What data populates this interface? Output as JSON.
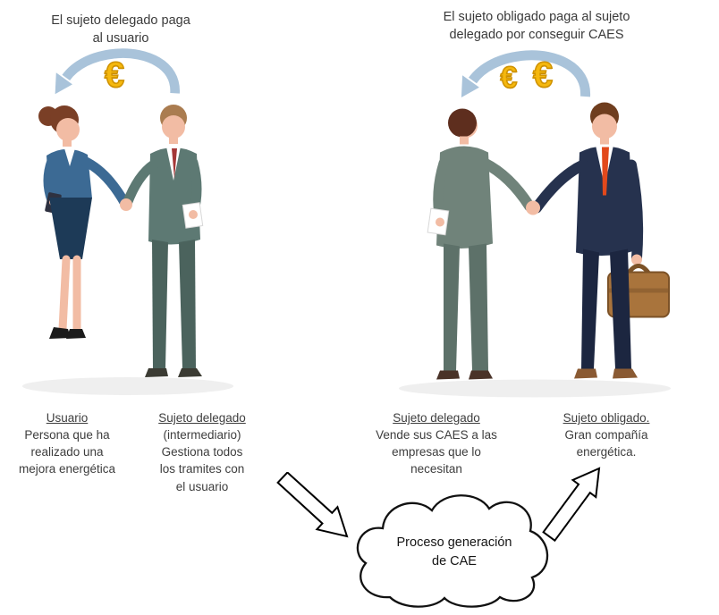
{
  "captions": {
    "left": "El sujeto delegado paga\nal usuario",
    "right": "El sujeto obligado paga al sujeto\ndelegado por conseguir CAES"
  },
  "payments": {
    "euro_symbol": "€"
  },
  "labels": {
    "usuario": {
      "title": "Usuario",
      "desc": "Persona que ha\nrealizado una\nmejora energética"
    },
    "sujeto_delegado_izq": {
      "title": "Sujeto delegado",
      "desc": "(intermediario)\nGestiona todos\nlos tramites con\nel usuario"
    },
    "sujeto_delegado_der": {
      "title": "Sujeto delegado",
      "desc": "Vende sus CAES a las\nempresas que lo\nnecesitan"
    },
    "sujeto_obligado": {
      "title": "Sujeto obligado.",
      "desc": "Gran compañía\nenergética."
    }
  },
  "cloud": {
    "text": "Proceso generación\nde CAE"
  },
  "colors": {
    "payment_arrow_blue": "#a9c3da",
    "euro_gold": "#f5b80e",
    "text_gray": "#3d3d3d"
  }
}
